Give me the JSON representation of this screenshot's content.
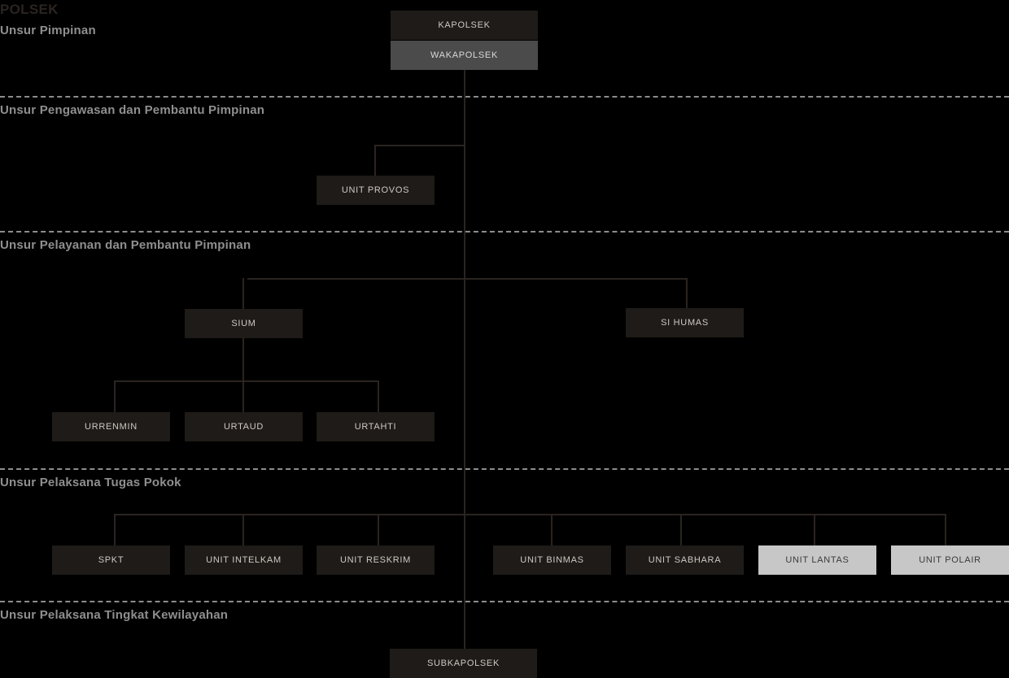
{
  "chart": {
    "title": "POLSEK",
    "sections": [
      {
        "label": "Unsur Pimpinan"
      },
      {
        "label": "Unsur Pengawasan dan Pembantu Pimpinan"
      },
      {
        "label": "Unsur Pelayanan dan Pembantu Pimpinan"
      },
      {
        "label": "Unsur Pelaksana Tugas Pokok"
      },
      {
        "label": "Unsur Pelaksana Tingkat Kewilayahan"
      }
    ],
    "nodes": {
      "kapolsek": "KAPOLSEK",
      "wakapolsek": "WAKAPOLSEK",
      "unit_provos": "UNIT PROVOS",
      "sium": "SIUM",
      "si_humas": "SI HUMAS",
      "urrenmin": "URRENMIN",
      "urtaud": "URTAUD",
      "urtahti": "URTAHTI",
      "spkt": "SPKT",
      "unit_intelkam": "UNIT INTELKAM",
      "unit_reskrim": "UNIT RESKRIM",
      "unit_binmas": "UNIT BINMAS",
      "unit_sabhara": "UNIT SABHARA",
      "unit_lantas": "UNIT LANTAS",
      "unit_polair": "UNIT POLAIR",
      "subkapolsek": "SUBKAPOLSEK"
    },
    "colors": {
      "background": "#000000",
      "node_dark": "#1e1b18",
      "node_mid": "#4b4b4b",
      "node_light": "#c7c7c7",
      "line": "#2a2420",
      "section_label": "#8f8f8f",
      "title": "#2a2420"
    }
  }
}
